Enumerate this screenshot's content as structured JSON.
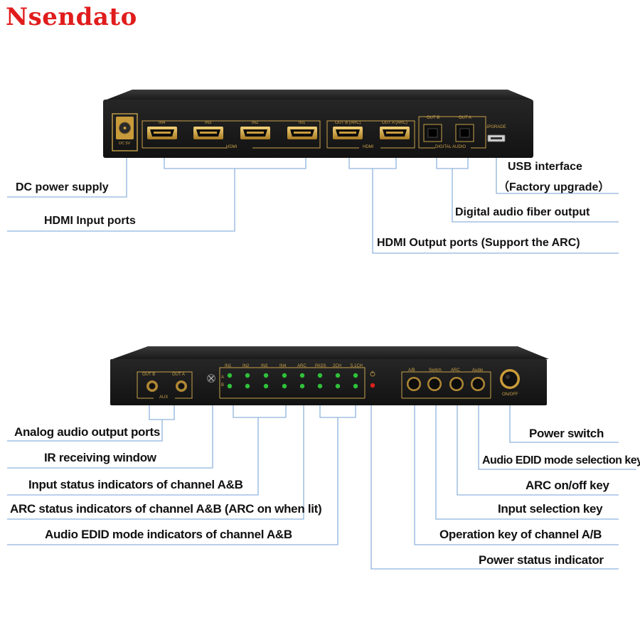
{
  "brand": {
    "logo_text": "Nsendato",
    "logo_color": "#e01c1c"
  },
  "colors": {
    "leader_line": "#8fb4dd",
    "device_body": "#1c1c1c",
    "silkscreen": "#c9a24a",
    "led_green": "#2fc23a",
    "led_red": "#d8231b"
  },
  "rear_panel": {
    "dc_label": "DC 5V",
    "hdmi_inputs": [
      "IN4",
      "IN3",
      "IN2",
      "IN1"
    ],
    "hdmi_input_group": "HDMI",
    "hdmi_outputs": [
      "OUT B (ARC)",
      "OUT A (ARC)"
    ],
    "hdmi_output_group": "HDMI",
    "optical_outputs": [
      "OUT B",
      "OUT A"
    ],
    "optical_group": "DIGITAL AUDIO",
    "usb_label": "UPGRADE"
  },
  "rear_callouts": {
    "dc_power": "DC power supply",
    "hdmi_in": "HDMI Input ports",
    "usb_line1": "USB interface",
    "usb_line2": "（Factory upgrade）",
    "optical": "Digital audio fiber output",
    "hdmi_out": "HDMI Output ports (Support the ARC)"
  },
  "front_panel": {
    "aux_outputs": [
      "OUT B",
      "OUT A"
    ],
    "aux_group": "AUX",
    "led_headers": [
      "IN1",
      "IN2",
      "IN3",
      "IN4",
      "ARC",
      "PASS",
      "2CH",
      "5.1CH"
    ],
    "led_rows": [
      "A",
      "B"
    ],
    "keys": [
      "A/B",
      "Switch",
      "ARC",
      "Audio"
    ],
    "power_label": "ON/OFF"
  },
  "front_callouts": {
    "analog_out": "Analog audio output ports",
    "ir_window": "IR receiving window",
    "input_status": "Input status indicators of channel A&B",
    "arc_status": "ARC status indicators of channel A&B (ARC on when lit)",
    "edid_indicators": "Audio EDID mode indicators of channel A&B",
    "power_switch": "Power switch",
    "edid_key": "Audio EDID mode selection key",
    "arc_key": "ARC on/off key",
    "input_key": "Input selection key",
    "ab_key": "Operation key of channel A/B",
    "power_led": "Power status indicator"
  }
}
